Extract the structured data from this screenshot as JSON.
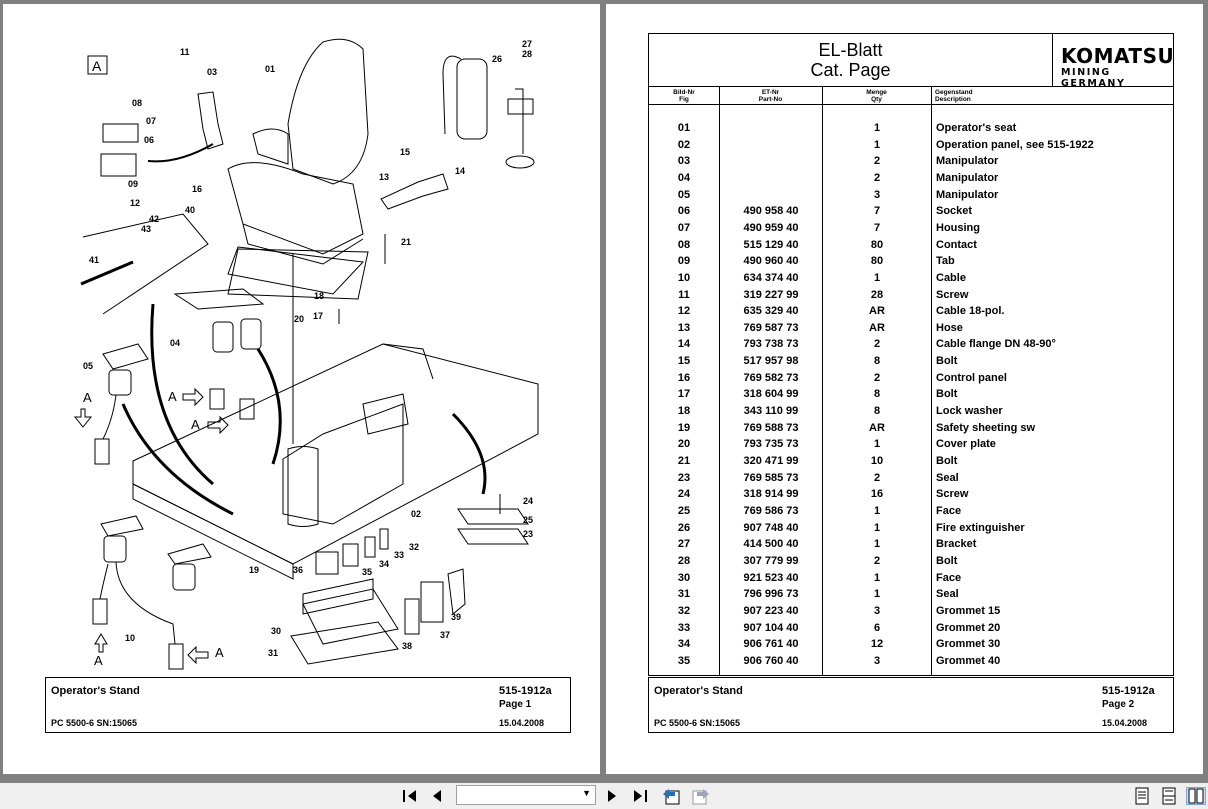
{
  "page1": {
    "title": "Operator's Stand",
    "doc_no": "515-1912a",
    "page": "Page 1",
    "machine": "PC 5500-6 SN:15065",
    "date": "15.04.2008",
    "labels": {
      "box_a": "A",
      "arrow_a": "A"
    },
    "callouts": [
      "01",
      "02",
      "03",
      "04",
      "05",
      "06",
      "07",
      "08",
      "09",
      "10",
      "11",
      "12",
      "13",
      "14",
      "15",
      "16",
      "17",
      "18",
      "19",
      "20",
      "21",
      "23",
      "24",
      "25",
      "26",
      "27",
      "28",
      "30",
      "31",
      "32",
      "33",
      "34",
      "35",
      "36",
      "37",
      "38",
      "39",
      "40",
      "41",
      "42",
      "43"
    ]
  },
  "page2": {
    "title_line1": "EL-Blatt",
    "title_line2": "Cat. Page",
    "logo": "KOMATSU",
    "logo_sub": "MINING GERMANY",
    "columns": {
      "fig": [
        "Bild-Nr",
        "Fig"
      ],
      "part": [
        "ET-Nr",
        "Part-No"
      ],
      "qty": [
        "Menge",
        "Qty"
      ],
      "desc": [
        "Gegenstand",
        "Description"
      ]
    },
    "rows": [
      {
        "fig": "01",
        "part": "",
        "qty": "1",
        "desc": "Operator's seat"
      },
      {
        "fig": "02",
        "part": "",
        "qty": "1",
        "desc": "Operation panel, see 515-1922"
      },
      {
        "fig": "03",
        "part": "",
        "qty": "2",
        "desc": "Manipulator"
      },
      {
        "fig": "04",
        "part": "",
        "qty": "2",
        "desc": "Manipulator"
      },
      {
        "fig": "05",
        "part": "",
        "qty": "3",
        "desc": "Manipulator"
      },
      {
        "fig": "06",
        "part": "490 958 40",
        "qty": "7",
        "desc": "Socket"
      },
      {
        "fig": "07",
        "part": "490 959 40",
        "qty": "7",
        "desc": "Housing"
      },
      {
        "fig": "08",
        "part": "515 129 40",
        "qty": "80",
        "desc": "Contact"
      },
      {
        "fig": "09",
        "part": "490 960 40",
        "qty": "80",
        "desc": "Tab"
      },
      {
        "fig": "10",
        "part": "634 374 40",
        "qty": "1",
        "desc": "Cable"
      },
      {
        "fig": "11",
        "part": "319 227 99",
        "qty": "28",
        "desc": "Screw"
      },
      {
        "fig": "12",
        "part": "635 329 40",
        "qty": "AR",
        "desc": "Cable 18-pol."
      },
      {
        "fig": "13",
        "part": "769 587 73",
        "qty": "AR",
        "desc": "Hose"
      },
      {
        "fig": "14",
        "part": "793 738 73",
        "qty": "2",
        "desc": "Cable flange DN 48-90°"
      },
      {
        "fig": "15",
        "part": "517 957 98",
        "qty": "8",
        "desc": "Bolt"
      },
      {
        "fig": "16",
        "part": "769 582 73",
        "qty": "2",
        "desc": "Control panel"
      },
      {
        "fig": "17",
        "part": "318 604 99",
        "qty": "8",
        "desc": "Bolt"
      },
      {
        "fig": "18",
        "part": "343 110 99",
        "qty": "8",
        "desc": "Lock washer"
      },
      {
        "fig": "19",
        "part": "769 588 73",
        "qty": "AR",
        "desc": "Safety sheeting sw"
      },
      {
        "fig": "20",
        "part": "793 735 73",
        "qty": "1",
        "desc": "Cover plate"
      },
      {
        "fig": "21",
        "part": "320 471 99",
        "qty": "10",
        "desc": "Bolt"
      },
      {
        "fig": "23",
        "part": "769 585 73",
        "qty": "2",
        "desc": "Seal"
      },
      {
        "fig": "24",
        "part": "318 914 99",
        "qty": "16",
        "desc": "Screw"
      },
      {
        "fig": "25",
        "part": "769 586 73",
        "qty": "1",
        "desc": "Face"
      },
      {
        "fig": "26",
        "part": "907 748 40",
        "qty": "1",
        "desc": "Fire extinguisher"
      },
      {
        "fig": "27",
        "part": "414 500 40",
        "qty": "1",
        "desc": "Bracket"
      },
      {
        "fig": "28",
        "part": "307 779 99",
        "qty": "2",
        "desc": "Bolt"
      },
      {
        "fig": "30",
        "part": "921 523 40",
        "qty": "1",
        "desc": "Face"
      },
      {
        "fig": "31",
        "part": "796 996 73",
        "qty": "1",
        "desc": "Seal"
      },
      {
        "fig": "32",
        "part": "907 223 40",
        "qty": "3",
        "desc": "Grommet 15"
      },
      {
        "fig": "33",
        "part": "907 104 40",
        "qty": "6",
        "desc": "Grommet 20"
      },
      {
        "fig": "34",
        "part": "906 761 40",
        "qty": "12",
        "desc": "Grommet 30"
      },
      {
        "fig": "35",
        "part": "906 760 40",
        "qty": "3",
        "desc": "Grommet 40"
      }
    ],
    "footer": {
      "title": "Operator's Stand",
      "doc_no": "515-1912a",
      "page": "Page 2",
      "machine": "PC 5500-6 SN:15065",
      "date": "15.04.2008"
    }
  },
  "toolbar": {
    "first_icon": "first-page-icon",
    "prev_icon": "previous-page-icon",
    "next_icon": "next-page-icon",
    "last_icon": "last-page-icon",
    "page_select_value": ""
  }
}
